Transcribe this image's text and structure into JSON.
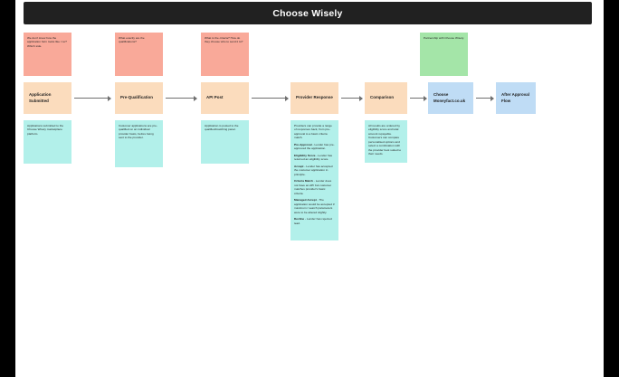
{
  "header": {
    "title": "Choose Wisely"
  },
  "questions": [
    {
      "name": "question-note-application",
      "text": "We don't know how the application form looks like / no? Which side."
    },
    {
      "name": "question-note-qualifications",
      "text": "What exactly are the qualifications?"
    },
    {
      "name": "question-note-criteria",
      "text": "What is the criteria? How do they choose who to send it to?"
    }
  ],
  "partnership_note": {
    "name": "partnership-note",
    "text": "Partnership with Choose Wisely."
  },
  "process_steps": [
    {
      "name": "step-application-submitted",
      "label": "Application Submitted",
      "color": "orange"
    },
    {
      "name": "step-pre-qualification",
      "label": "Pre-Qualification",
      "color": "orange"
    },
    {
      "name": "step-api-post",
      "label": "API Post",
      "color": "orange"
    },
    {
      "name": "step-provider-response",
      "label": "Provider Response",
      "color": "orange"
    },
    {
      "name": "step-comparison",
      "label": "Comparison",
      "color": "orange"
    },
    {
      "name": "step-choose-moneyfact",
      "label": "Choose Moneyfact.co.uk",
      "color": "blue"
    },
    {
      "name": "step-after-approval-flow",
      "label": "After Approval Flow",
      "color": "blue"
    }
  ],
  "descriptions": {
    "application_submitted": "Applications submitted to the Choose Wisely marketplace platform.",
    "pre_qualification": "Customer applications are pre-qualified on an individual provider basis, before being sent to the provider.",
    "api_post": "Application is posted to the qualified/matching panel.",
    "provider_response": {
      "intro": "Providers can provide a range of responses back, from pre-approval to a basic criteria match.",
      "items": [
        {
          "term": "Pre-Approval",
          "detail": " - Lender has pre-approved the application."
        },
        {
          "term": "Eligibility Score",
          "detail": " - Lender has returned an eligibility score."
        },
        {
          "term": "Accept",
          "detail": " - Lender has accepted the customer application in principle."
        },
        {
          "term": "Criteria Match",
          "detail": " - Lender does not have an API but customer matches provider's basic criteria."
        },
        {
          "term": "Managed Accept",
          "detail": " - The application would be accepted if maximum / search parameters were to be altered slightly."
        },
        {
          "term": "Decline",
          "detail": " - Lender has rejected lead."
        }
      ]
    },
    "comparison": "All results are ordered by eligibility score and total amount repayable. Customers can compare personalised options and select a combination with the provider best suited to their needs."
  },
  "colors": {
    "header_bg": "#212121",
    "question_note": "#f9a999",
    "partnership_note": "#a4e5a8",
    "description_note": "#b2f0ea",
    "process_orange": "#fbdcbd",
    "process_blue": "#bfdcf5",
    "arrow": "#6f6f6f",
    "canvas": "#ffffff"
  }
}
